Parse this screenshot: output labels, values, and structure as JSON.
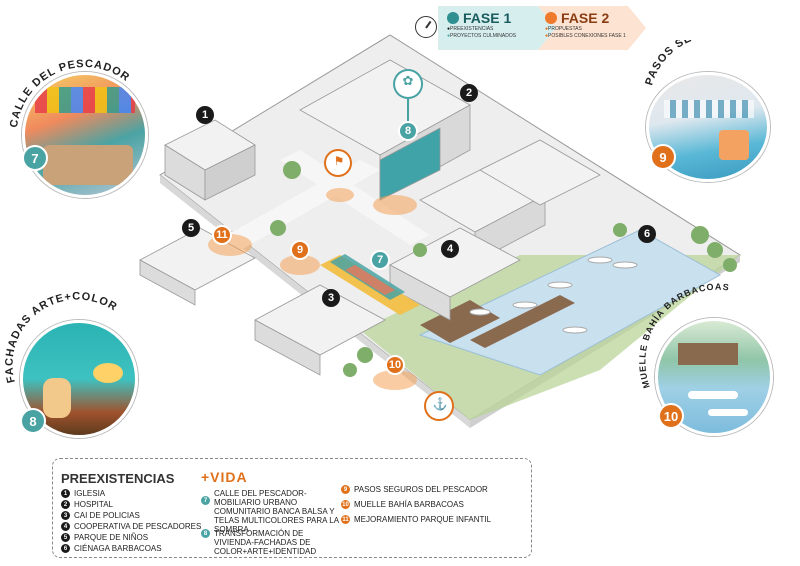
{
  "phases": {
    "fase1": {
      "title": "FASE 1",
      "items": [
        "PREEXISTENCIAS",
        "PROYECTOS CULMINADOS"
      ]
    },
    "fase2": {
      "title": "FASE 2",
      "items": [
        "PROPUESTAS",
        "POSIBLES CONEXIONES FASE 1"
      ]
    }
  },
  "photos": {
    "calle": {
      "label": "CALLE DEL PESCADOR",
      "number": "7"
    },
    "fachadas": {
      "label": "FACHADAS ARTE+COLOR",
      "number": "8"
    },
    "pasos": {
      "label": "PASOS SEGUROS",
      "number": "9"
    },
    "muelle": {
      "label": "MUELLE BAHÍA BARBACOAS",
      "number": "10"
    }
  },
  "map_markers": [
    "1",
    "2",
    "3",
    "4",
    "5",
    "6",
    "7",
    "8",
    "9",
    "10",
    "11"
  ],
  "legend": {
    "title": "PREEXISTENCIAS",
    "preexistencias": [
      {
        "n": "1",
        "label": "IGLESIA"
      },
      {
        "n": "2",
        "label": "HOSPITAL"
      },
      {
        "n": "3",
        "label": "CAI DE POLICIAS"
      },
      {
        "n": "4",
        "label": "COOPERATIVA DE PESCADORES"
      },
      {
        "n": "5",
        "label": "PARQUE DE NIÑOS"
      },
      {
        "n": "6",
        "label": "CIÉNAGA BARBACOAS"
      }
    ],
    "logo": "+VIDA",
    "vida_items": [
      {
        "n": "7",
        "label": "CALLE DEL PESCADOR-MOBILIARIO URBANO COMUNITARIO BANCA BALSA Y TELAS MULTICOLORES PARA LA SOMBRA"
      },
      {
        "n": "8",
        "label": "TRANSFORMACIÓN DE VIVIENDA-FACHADAS DE COLOR+ARTE+IDENTIDAD"
      }
    ],
    "propuestas": [
      {
        "n": "9",
        "label": "PASOS SEGUROS DEL PESCADOR"
      },
      {
        "n": "10",
        "label": "MUELLE BAHÍA BARBACOAS"
      },
      {
        "n": "11",
        "label": "MEJORAMIENTO PARQUE INFANTIL"
      }
    ]
  },
  "colors": {
    "teal": "#4aa3a3",
    "orange": "#e0701a",
    "water": "#c9e0ee",
    "building": "#e8e8e8"
  }
}
